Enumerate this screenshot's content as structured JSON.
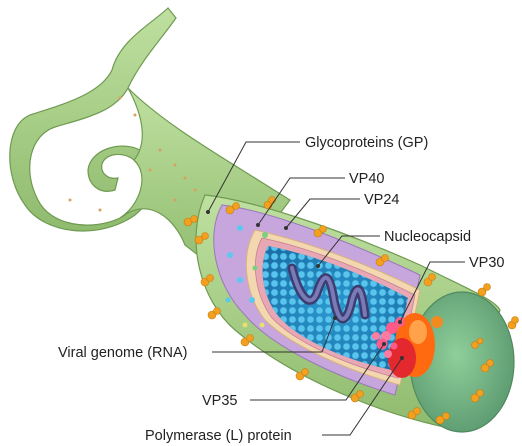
{
  "labels": {
    "glycoproteins": "Glycoproteins (GP)",
    "vp40": "VP40",
    "vp24": "VP24",
    "nucleocapsid": "Nucleocapsid",
    "vp30": "VP30",
    "viral_genome": "Viral genome (RNA)",
    "vp35": "VP35",
    "polymerase": "Polymerase (L) protein"
  },
  "colors": {
    "envelope": "#a9cf8a",
    "envelope_dark": "#6f9a52",
    "matrix": "#c6a6dd",
    "inner_layer": "#f2d7b0",
    "nucleocapsid": "#3fb4e6",
    "genome": "#5a5a8e",
    "vp30": "#ff5a8a",
    "polymerase": "#ff7a1a",
    "glycoprotein": "#f2a020"
  }
}
